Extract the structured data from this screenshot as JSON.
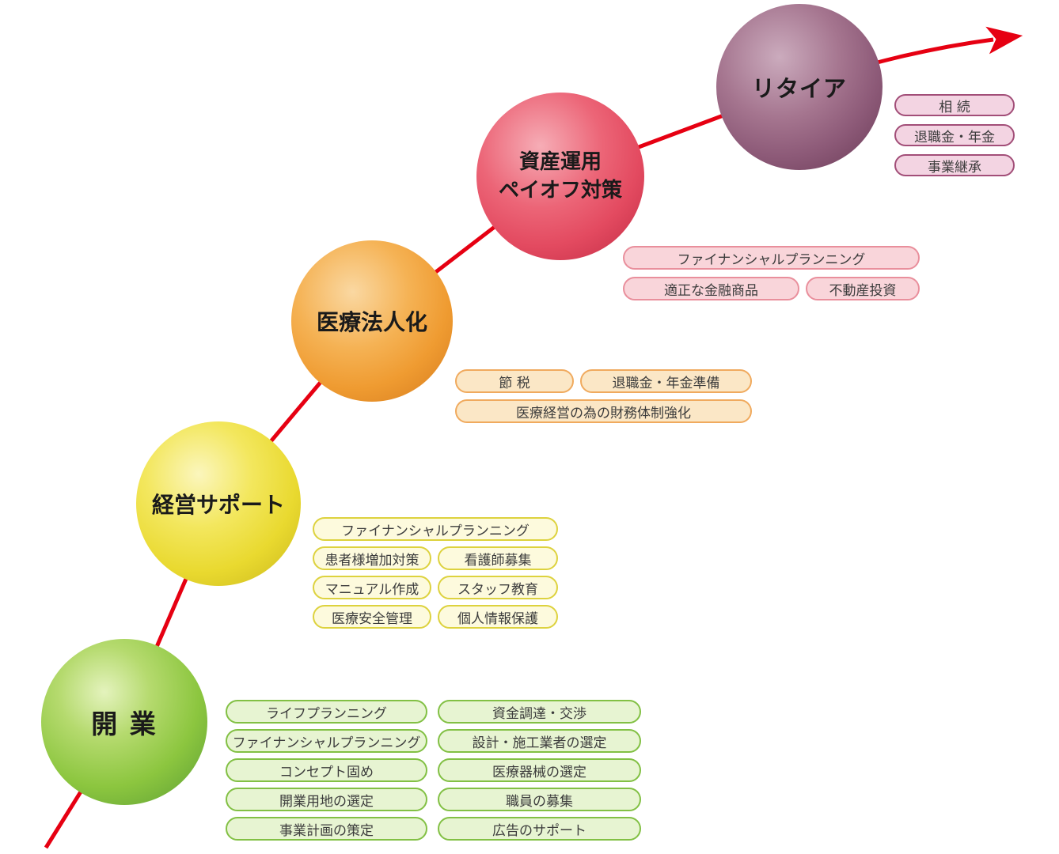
{
  "colors": {
    "arrow_red": "#e60012",
    "opening_green": "#8cc63f",
    "management_yellow": "#e9d92f",
    "incorporation_orange": "#ef9b31",
    "asset_red": "#e34a60",
    "retire_purple": "#8d5a78"
  },
  "stages": {
    "opening": {
      "label": "開 業",
      "pills": {
        "col1": [
          "ライフプランニング",
          "ファイナンシャルプランニング",
          "コンセプト固め",
          "開業用地の選定",
          "事業計画の策定"
        ],
        "col2": [
          "資金調達・交渉",
          "設計・施工業者の選定",
          "医療器械の選定",
          "職員の募集",
          "広告のサポート"
        ]
      }
    },
    "management": {
      "label": "経営サポート",
      "pills": {
        "wide": "ファイナンシャルプランニング",
        "rows": [
          [
            "患者様増加対策",
            "看護師募集"
          ],
          [
            "マニュアル作成",
            "スタッフ教育"
          ],
          [
            "医療安全管理",
            "個人情報保護"
          ]
        ]
      }
    },
    "incorporation": {
      "label": "医療法人化",
      "pills": {
        "row": [
          "節 税",
          "退職金・年金準備"
        ],
        "wide": "医療経営の為の財務体制強化"
      }
    },
    "asset": {
      "label_line1": "資産運用",
      "label_line2": "ペイオフ対策",
      "pills": {
        "wide": "ファイナンシャルプランニング",
        "row": [
          "適正な金融商品",
          "不動産投資"
        ]
      }
    },
    "retire": {
      "label": "リタイア",
      "pills": [
        "相 続",
        "退職金・年金",
        "事業継承"
      ]
    }
  }
}
